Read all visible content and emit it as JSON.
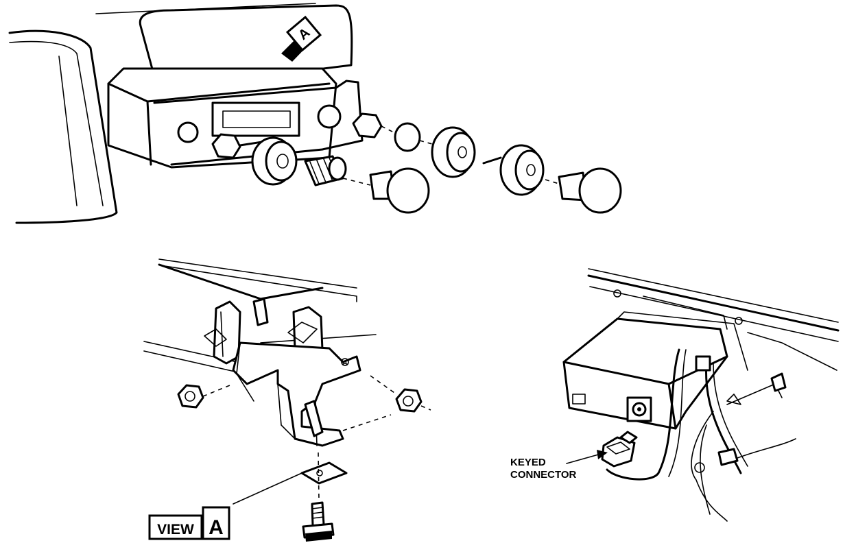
{
  "labels": {
    "view_word": "VIEW",
    "view_letter": "A",
    "callout_letter": "A",
    "keyed_line1": "KEYED",
    "keyed_line2": "CONNECTOR",
    "bracket_letter": "A"
  },
  "icons": {
    "view_callout": "arrow-tag-icon",
    "nut": "hex-nut-icon",
    "bolt": "bolt-icon"
  }
}
